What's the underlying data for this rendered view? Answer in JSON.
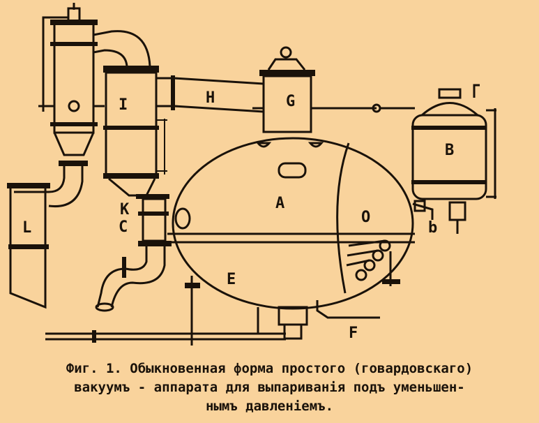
{
  "figure": {
    "labels": {
      "I": "I",
      "H": "H",
      "G": "G",
      "B": "B",
      "A": "A",
      "K": "K",
      "C": "C",
      "O": "O",
      "b": "b",
      "L": "L",
      "E": "E",
      "F": "F"
    }
  },
  "caption": {
    "line1": "Фиг. 1. Обыкновенная форма простого (говардовскаго)",
    "line2": "вакуумъ - аппарата для выпариванія подъ уменьшен-",
    "line3": "нымъ давленіемъ."
  },
  "colors": {
    "background": "#f9d39c",
    "ink": "#1a120a"
  }
}
